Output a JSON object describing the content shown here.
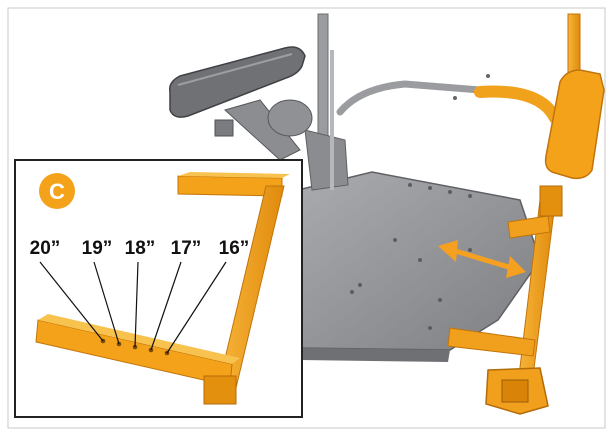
{
  "figure": {
    "panel_letter": "C",
    "size_labels": [
      "20”",
      "19”",
      "18”",
      "17”",
      "16”"
    ]
  },
  "colors": {
    "accent_orange": "#f3a21a",
    "orange_shadow": "#d9860b",
    "frame_gray": "#8e9093",
    "frame_dark": "#55585c",
    "inset_border": "#222222",
    "arrow_orange": "#f5a020"
  }
}
